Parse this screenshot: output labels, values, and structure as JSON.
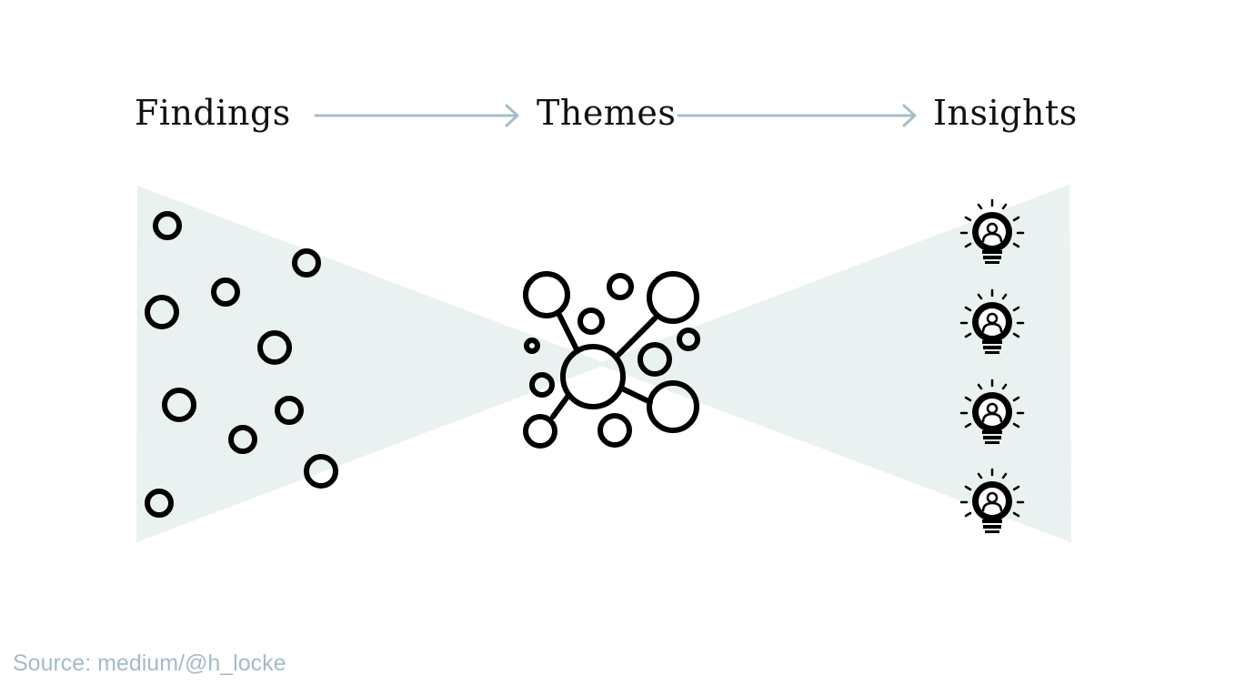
{
  "stages": [
    {
      "label": "Findings",
      "icon": "circle-icon"
    },
    {
      "label": "Themes",
      "icon": "network-icon"
    },
    {
      "label": "Insights",
      "icon": "lightbulb-person-icon"
    }
  ],
  "source": "Source: medium/@h_locke",
  "colors": {
    "funnel": "#e9f1f1",
    "arrow": "#a7bec8",
    "stroke": "#000000",
    "source_text": "#a3bcc8"
  }
}
